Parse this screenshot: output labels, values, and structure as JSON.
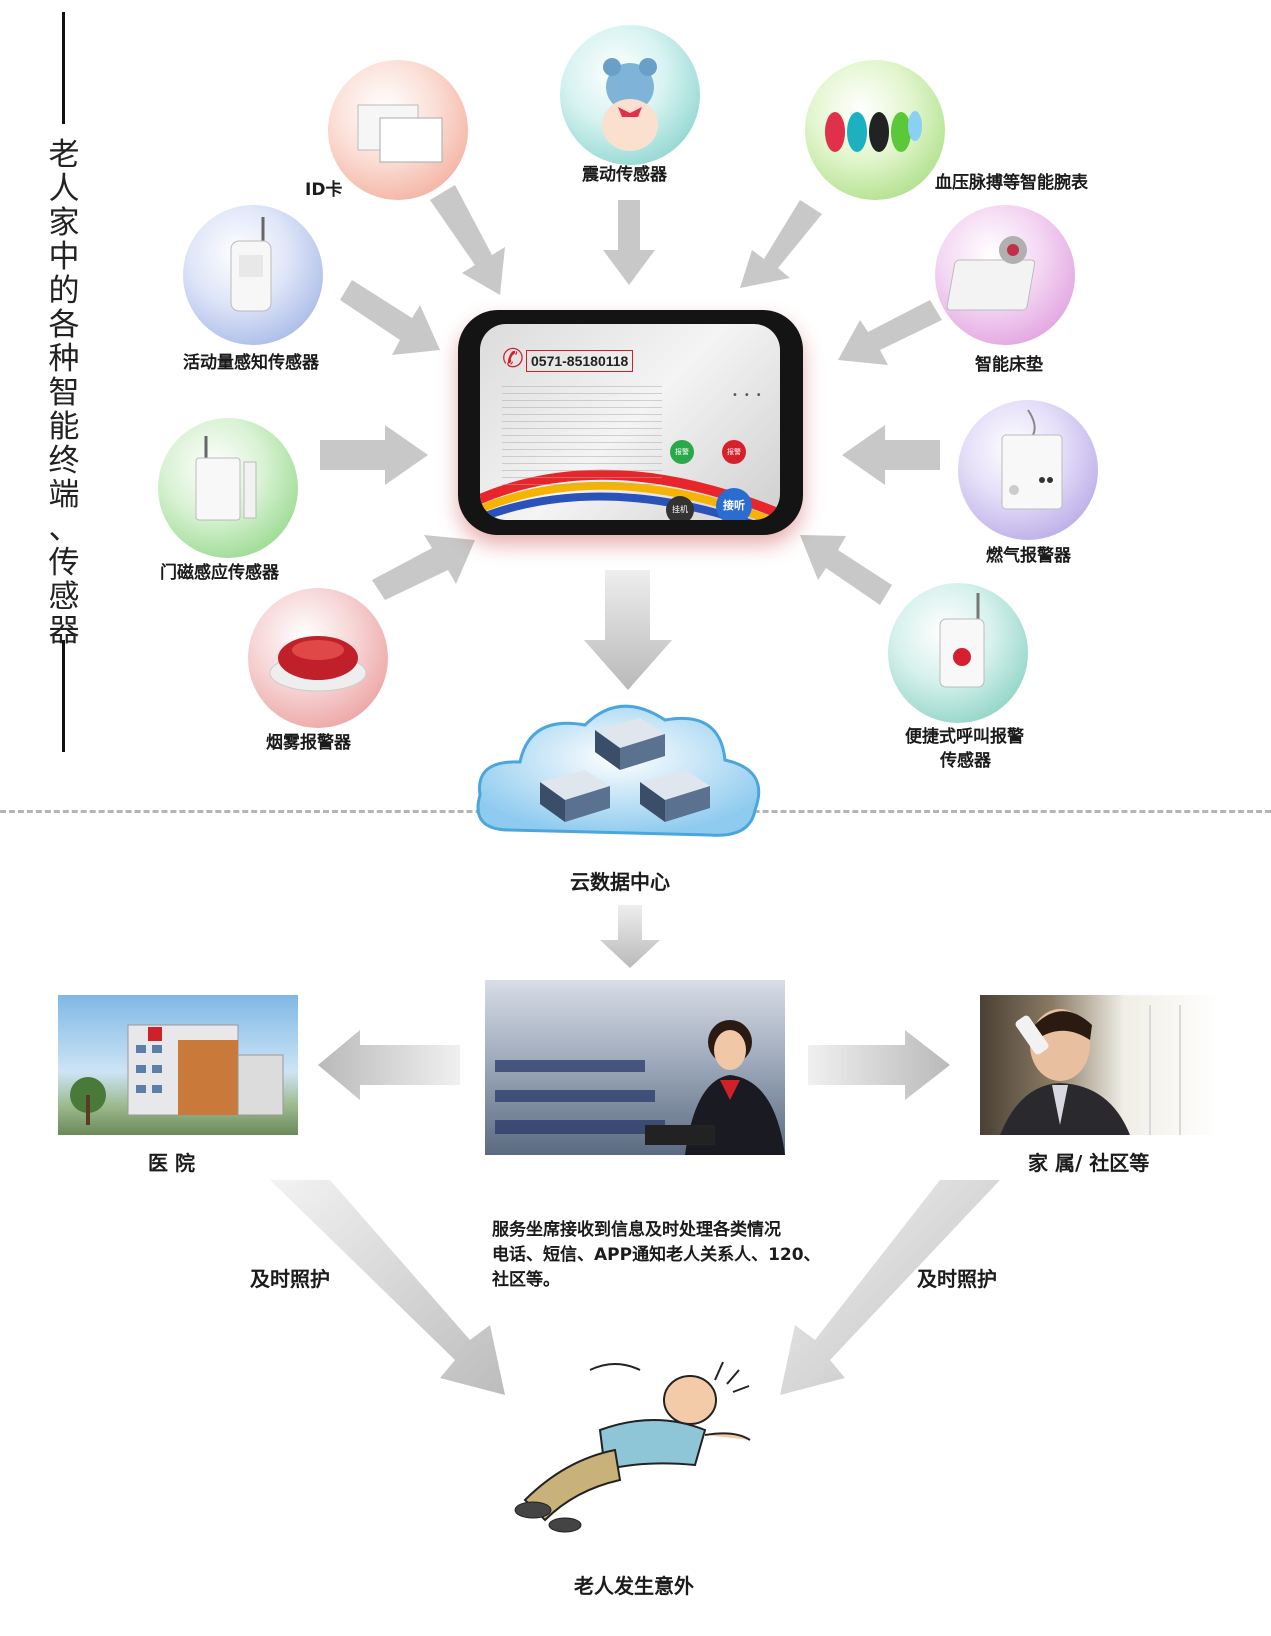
{
  "side_title": {
    "chars": [
      "老",
      "人",
      "家",
      "中",
      "的",
      "各",
      "种",
      "智",
      "能",
      "终",
      "端",
      "、",
      "传",
      "感",
      "器"
    ]
  },
  "sensors": {
    "id_card": "ID卡",
    "vibration": "震动传感器",
    "smart_watch": "血压脉搏等智能腕表",
    "motion": "活动量感知传感器",
    "smart_mattress": "智能床垫",
    "door_magnet": "门磁感应传感器",
    "gas_alarm": "燃气报警器",
    "smoke_alarm": "烟雾报警器",
    "call_alarm_line1": "便捷式呼叫报警",
    "call_alarm_line2": "传感器"
  },
  "device": {
    "phone": "0571-85180118",
    "button_green": "报警",
    "button_red": "报警",
    "button_dark": "挂机",
    "button_blue": "接听"
  },
  "cloud_label": "云数据中心",
  "hospital_label": "医 院",
  "family_label": "家 属/ 社区等",
  "service_desc": {
    "line1": "服务坐席接收到信息及时处理各类情况",
    "line2": "电话、短信、APP通知老人关系人、120、",
    "line3": "社区等。"
  },
  "timely_care_left": "及时照护",
  "timely_care_right": "及时照护",
  "elder_label": "老人发生意外",
  "colors": {
    "arrow_gray": "#c9c9c9",
    "cloud_blue": "#5fb3e4",
    "dashed_line": "#b5b5b5"
  }
}
